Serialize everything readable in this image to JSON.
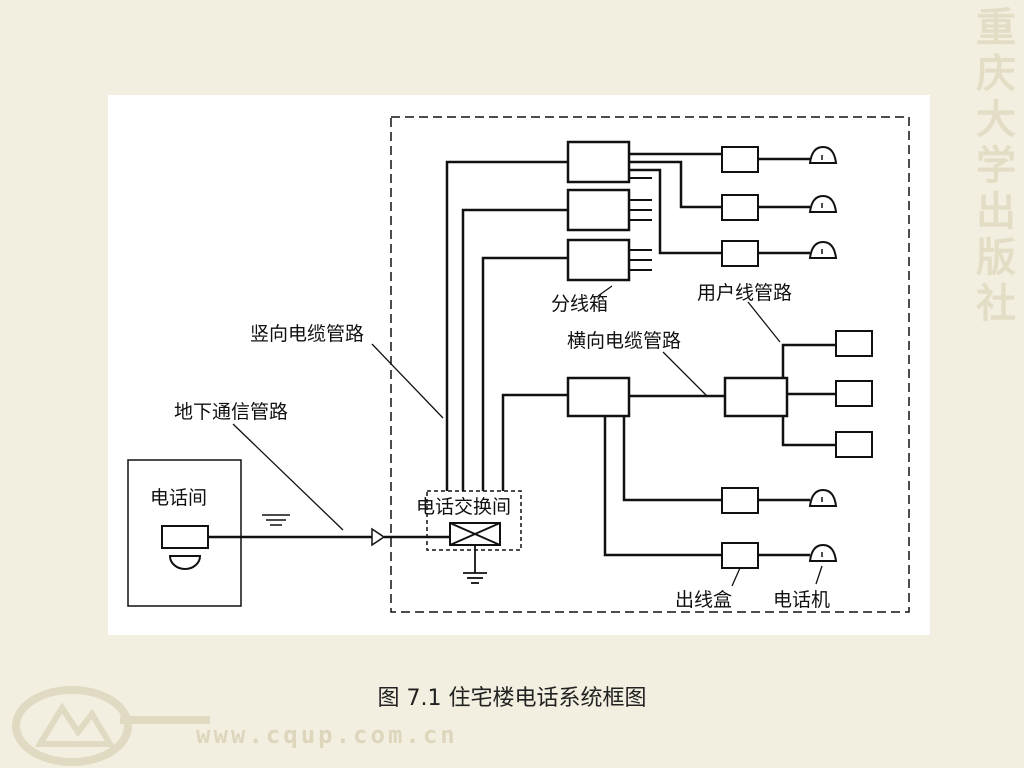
{
  "watermark": {
    "publisher_chars": [
      "重",
      "庆",
      "大",
      "学",
      "出",
      "版",
      "社"
    ],
    "website": "www.cqup.com.cn"
  },
  "diagram": {
    "labels": {
      "distribution_box": "分线箱",
      "user_line_conduit": "用户线管路",
      "vertical_cable_conduit": "竖向电缆管路",
      "horizontal_cable_conduit": "横向电缆管路",
      "underground_conduit": "地下通信管路",
      "telephone_room": "电话间",
      "exchange_room": "电话交换间",
      "outlet_box": "出线盒",
      "telephone_set": "电话机"
    }
  },
  "caption": "图 7.1   住宅楼电话系统框图",
  "colors": {
    "background": "#f3efe0",
    "panel": "#ffffff",
    "line": "#111111",
    "watermark": "#e3ddc6"
  }
}
